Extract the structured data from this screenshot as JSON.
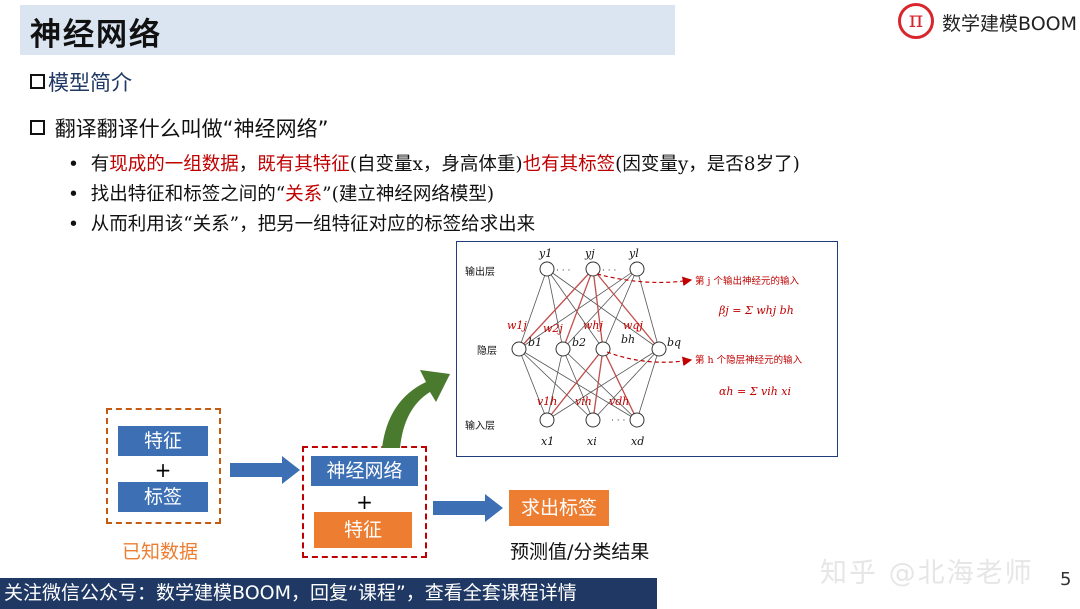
{
  "header": {
    "title": "神经网络",
    "brand": "数学建模BOOM",
    "logo_glyph": "π"
  },
  "section": "模型简介",
  "question": "翻译翻译什么叫做“神经网络”",
  "bullets": {
    "b1": {
      "p1": "有",
      "r1": "现成的一组数据",
      "p2": "，",
      "r2": "既有其特征",
      "p3": "(自变量x，身高体重)",
      "r3": "也有其标签",
      "p4": "(因变量y，是否8岁了)"
    },
    "b2": {
      "p1": "找出特征和标签之间的“",
      "r1": "关系",
      "p2": "”(建立神经网络模型)"
    },
    "b3": {
      "p1": "从而利用该“关系”，把另一组特征对应的标签给求出来"
    }
  },
  "nn": {
    "layer_output": "输出层",
    "layer_hidden": "隐层",
    "layer_input": "输入层",
    "y_labels": [
      "y1",
      "yj",
      "yl"
    ],
    "b_labels": [
      "b1",
      "b2",
      "bh",
      "bq"
    ],
    "x_labels": [
      "x1",
      "xi",
      "xd"
    ],
    "w_labels": [
      "w1j",
      "w2j",
      "whj",
      "wqj"
    ],
    "v_labels": [
      "v1h",
      "vih",
      "vdh"
    ],
    "dots": "· · ·",
    "ann_output": "第 j 个输出神经元的输入",
    "ann_hidden": "第 h 个隐层神经元的输入",
    "eq_beta": "βj = Σ whj bh",
    "eq_alpha": "αh = Σ vih xi"
  },
  "flow": {
    "feature": "特征",
    "label": "标签",
    "plus": "+",
    "known": "已知数据",
    "nnet": "神经网络",
    "feature2": "特征",
    "result": "求出标签",
    "result_caption": "预测值/分类结果"
  },
  "footer": "关注微信公众号：数学建模BOOM，回复“课程”，查看全套课程详情",
  "watermark": "知乎 @北海老师",
  "page_number": "5",
  "colors": {
    "blue": "#3c6fb4",
    "orange": "#ed7d31",
    "red": "#c00000",
    "navy": "#1f3864",
    "green": "#4a7a2e"
  }
}
